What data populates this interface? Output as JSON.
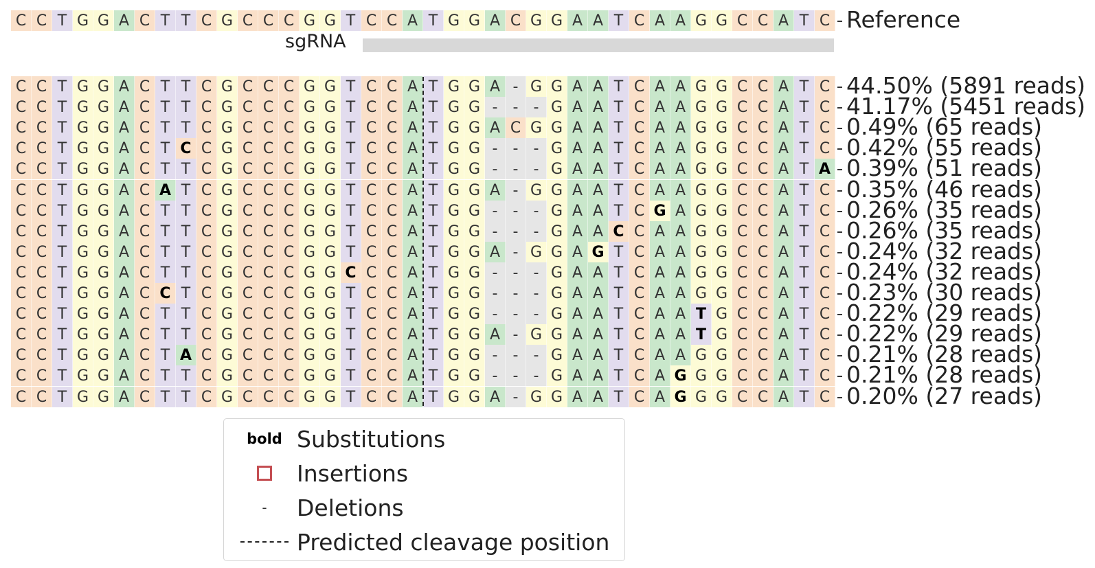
{
  "reference": {
    "label": "Reference",
    "sequence": "CCTGGACTTCGCCCGGTCCATGGACGGAATCAAGGCCATC"
  },
  "sgrna": {
    "label": "sgRNA"
  },
  "colors": {
    "A": "#c9e7cb",
    "C": "#fae0c9",
    "G": "#fdfbd6",
    "T": "#e2dcee",
    "-": "#e6e6e6",
    "sgrna_bar": "#d8d8d8",
    "insertion": "#c44e52"
  },
  "alleles": [
    {
      "sequence": "CCTGGACTTCGCCCGGTCCATGGA-GGAATCAAGGCCATC",
      "substitutions": [],
      "label": "44.50% (5891 reads)"
    },
    {
      "sequence": "CCTGGACTTCGCCCGGTCCATGG---GAATCAAGGCCATC",
      "substitutions": [],
      "label": "41.17% (5451 reads)"
    },
    {
      "sequence": "CCTGGACTTCGCCCGGTCCATGGACGGAATCAAGGCCATC",
      "substitutions": [],
      "label": "0.49% (65 reads)"
    },
    {
      "sequence": "CCTGGACTCCGCCCGGTCCATGG---GAATCAAGGCCATC",
      "substitutions": [
        8
      ],
      "label": "0.42% (55 reads)"
    },
    {
      "sequence": "CCTGGACTTCGCCCGGTCCATGG---GAATCAAGGCCATA",
      "substitutions": [
        39
      ],
      "label": "0.39% (51 reads)"
    },
    {
      "sequence": "CCTGGACATCGCCCGGTCCATGGA-GGAATCAAGGCCATC",
      "substitutions": [
        7
      ],
      "label": "0.35% (46 reads)"
    },
    {
      "sequence": "CCTGGACTTCGCCCGGTCCATGG---GAATCGAGGCCATC",
      "substitutions": [
        31
      ],
      "label": "0.26% (35 reads)"
    },
    {
      "sequence": "CCTGGACTTCGCCCGGTCCATGG---GAACCAAGGCCATC",
      "substitutions": [
        29
      ],
      "label": "0.26% (35 reads)"
    },
    {
      "sequence": "CCTGGACTTCGCCCGGTCCATGGA-GGAGTCAAGGCCATC",
      "substitutions": [
        28
      ],
      "label": "0.24% (32 reads)"
    },
    {
      "sequence": "CCTGGACTTCGCCCGGCCCATGG---GAATCAAGGCCATC",
      "substitutions": [
        16
      ],
      "label": "0.24% (32 reads)"
    },
    {
      "sequence": "CCTGGACCTCGCCCGGTCCATGG---GAATCAAGGCCATC",
      "substitutions": [
        7
      ],
      "label": "0.23% (30 reads)"
    },
    {
      "sequence": "CCTGGACTTCGCCCGGTCCATGG---GAATCAATGCCATC",
      "substitutions": [
        33
      ],
      "label": "0.22% (29 reads)"
    },
    {
      "sequence": "CCTGGACTTCGCCCGGTCCATGGA-GGAATCAATGCCATC",
      "substitutions": [
        33
      ],
      "label": "0.22% (29 reads)"
    },
    {
      "sequence": "CCTGGACTACGCCCGGTCCATGG---GAATCAAGGCCATC",
      "substitutions": [
        8
      ],
      "label": "0.21% (28 reads)"
    },
    {
      "sequence": "CCTGGACTTCGCCCGGTCCATGG---GAATCAGGGCCATC",
      "substitutions": [
        32
      ],
      "label": "0.21% (28 reads)"
    },
    {
      "sequence": "CCTGGACTTCGCCCGGTCCATGGA-GGAATCAGGGCCATC",
      "substitutions": [
        32
      ],
      "label": "0.20% (27 reads)"
    }
  ],
  "sgrna_span": {
    "start": 17,
    "end": 40
  },
  "cleavage_index": 20,
  "legend": {
    "bold_symbol": "bold",
    "substitutions": "Substitutions",
    "insertions": "Insertions",
    "deletion_symbol": "-",
    "deletions": "Deletions",
    "cleavage_symbol": "------",
    "cleavage": "Predicted cleavage position"
  }
}
